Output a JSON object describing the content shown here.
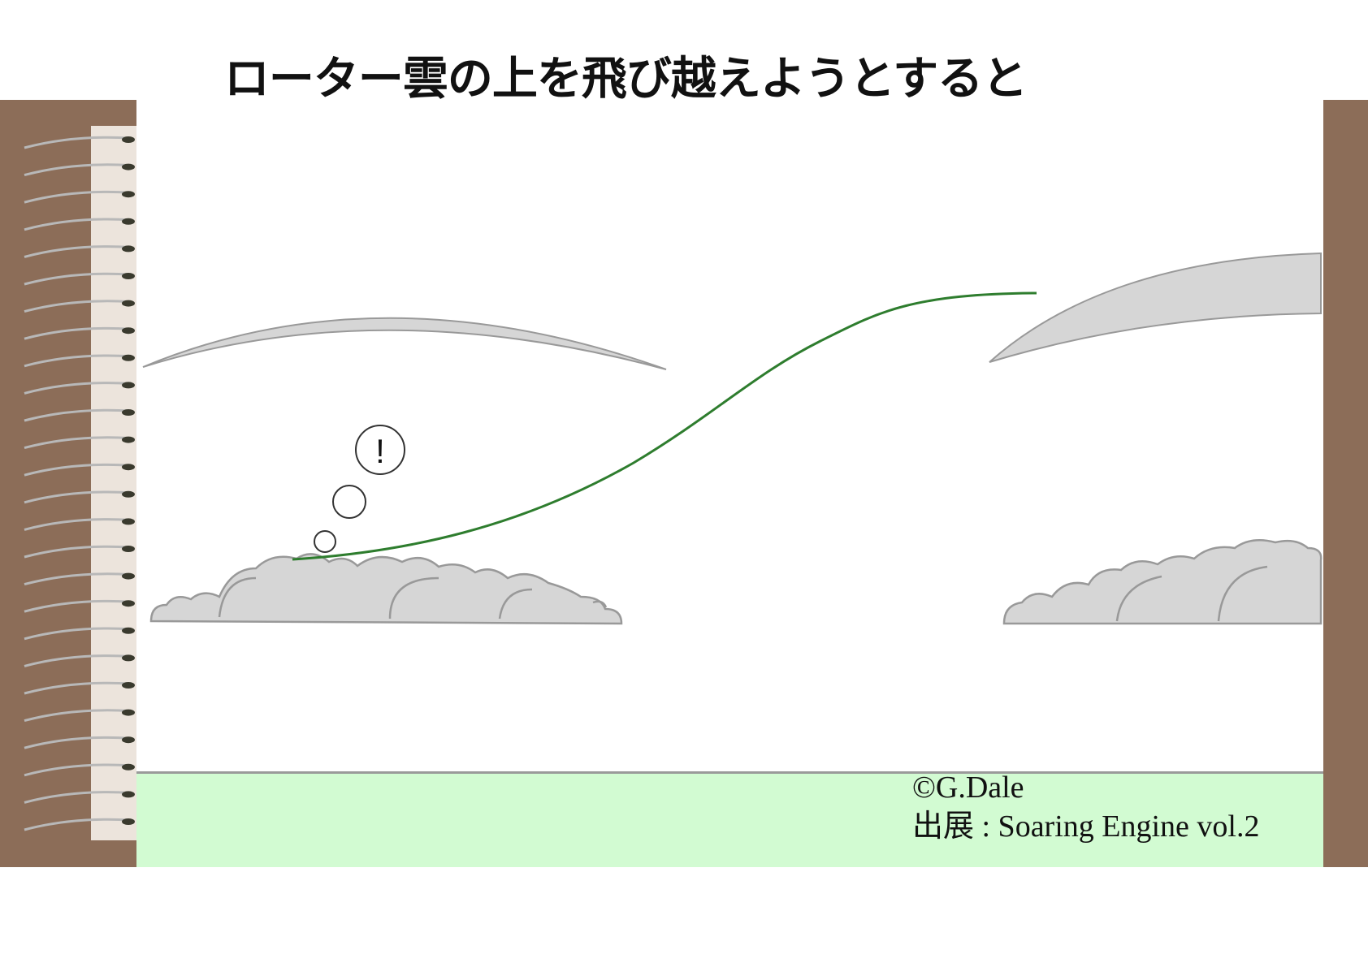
{
  "title": "ローター雲の上を飛び越えようとすると",
  "thought_mark": "!",
  "credit": {
    "copyright": "©G.Dale",
    "source": "出展 : Soaring Engine vol.2"
  },
  "colors": {
    "board": "#8c6d58",
    "ground": "#d2fbd2",
    "cloud_fill": "#d6d6d6",
    "cloud_stroke": "#999999",
    "flight_path": "#2e7d2e"
  }
}
